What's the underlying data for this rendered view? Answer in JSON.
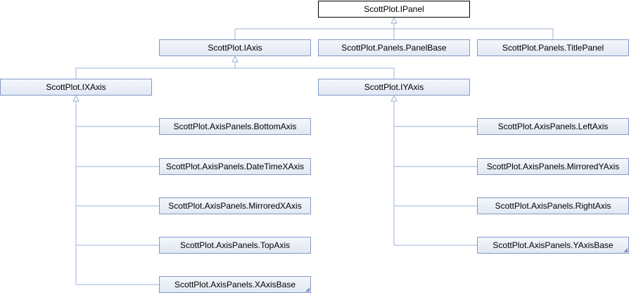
{
  "diagram": {
    "edge_color": "#9eb2d6",
    "nodes": {
      "ipanel": "ScottPlot.IPanel",
      "iaxis": "ScottPlot.IAxis",
      "panelbase": "ScottPlot.Panels.PanelBase",
      "titlepanel": "ScottPlot.Panels.TitlePanel",
      "ixaxis": "ScottPlot.IXAxis",
      "iyaxis": "ScottPlot.IYAxis",
      "bottomaxis": "ScottPlot.AxisPanels.BottomAxis",
      "datetimexaxis": "ScottPlot.AxisPanels.DateTimeXAxis",
      "mirroredxaxis": "ScottPlot.AxisPanels.MirroredXAxis",
      "topaxis": "ScottPlot.AxisPanels.TopAxis",
      "xaxisbase": "ScottPlot.AxisPanels.XAxisBase",
      "leftaxis": "ScottPlot.AxisPanels.LeftAxis",
      "mirroredyaxis": "ScottPlot.AxisPanels.MirroredYAxis",
      "rightaxis": "ScottPlot.AxisPanels.RightAxis",
      "yaxisbase": "ScottPlot.AxisPanels.YAxisBase"
    },
    "edges": [
      {
        "from": "iaxis",
        "to": "ipanel"
      },
      {
        "from": "panelbase",
        "to": "ipanel"
      },
      {
        "from": "titlepanel",
        "to": "ipanel"
      },
      {
        "from": "ixaxis",
        "to": "iaxis"
      },
      {
        "from": "iyaxis",
        "to": "iaxis"
      },
      {
        "from": "bottomaxis",
        "to": "ixaxis"
      },
      {
        "from": "datetimexaxis",
        "to": "ixaxis"
      },
      {
        "from": "mirroredxaxis",
        "to": "ixaxis"
      },
      {
        "from": "topaxis",
        "to": "ixaxis"
      },
      {
        "from": "xaxisbase",
        "to": "ixaxis"
      },
      {
        "from": "leftaxis",
        "to": "iyaxis"
      },
      {
        "from": "mirroredyaxis",
        "to": "iyaxis"
      },
      {
        "from": "rightaxis",
        "to": "iyaxis"
      },
      {
        "from": "yaxisbase",
        "to": "iyaxis"
      }
    ]
  }
}
